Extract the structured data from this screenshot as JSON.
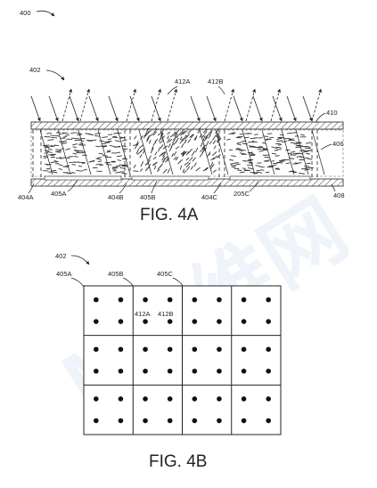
{
  "figure_number": "400",
  "fig4a": {
    "caption": "FIG. 4A",
    "labels": {
      "display": "402",
      "emit_a": "412A",
      "emit_b": "412B",
      "cover": "410",
      "lc_layer": "406",
      "substrate": "408",
      "pixel_a": "404A",
      "elec_a": "405A",
      "pixel_b": "404B",
      "elec_b": "405B",
      "pixel_c": "404C",
      "elec_c": "205C"
    }
  },
  "fig4b": {
    "caption": "FIG. 4B",
    "labels": {
      "display": "402",
      "cell_a": "405A",
      "cell_b": "405B",
      "cell_c": "405C",
      "emit_a": "412A",
      "emit_b": "412B"
    },
    "grid": {
      "rows": 3,
      "cols": 4,
      "dots_per_cell": [
        2,
        2
      ]
    }
  },
  "watermark": "M映维网"
}
